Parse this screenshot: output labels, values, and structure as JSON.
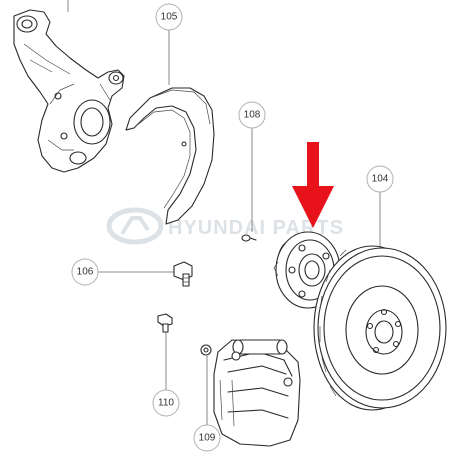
{
  "diagram": {
    "callouts": [
      {
        "id": "104",
        "label": "104"
      },
      {
        "id": "105",
        "label": "105"
      },
      {
        "id": "106",
        "label": "106"
      },
      {
        "id": "108",
        "label": "108"
      },
      {
        "id": "109",
        "label": "109"
      },
      {
        "id": "110",
        "label": "110"
      }
    ],
    "indicator": {
      "kind": "arrow-down",
      "color": "#e8121a",
      "points_to": "wheel hub bearing"
    },
    "watermark": {
      "text": "HYUNDAI PARTS",
      "color": "#d8dde3"
    },
    "parts": [
      {
        "icon": "steering-knuckle-icon"
      },
      {
        "icon": "dust-shield-icon"
      },
      {
        "icon": "wheel-hub-icon"
      },
      {
        "icon": "brake-disc-icon"
      },
      {
        "icon": "brake-caliper-icon"
      },
      {
        "icon": "bolt-icon"
      },
      {
        "icon": "screw-icon"
      },
      {
        "icon": "washer-icon"
      }
    ]
  }
}
